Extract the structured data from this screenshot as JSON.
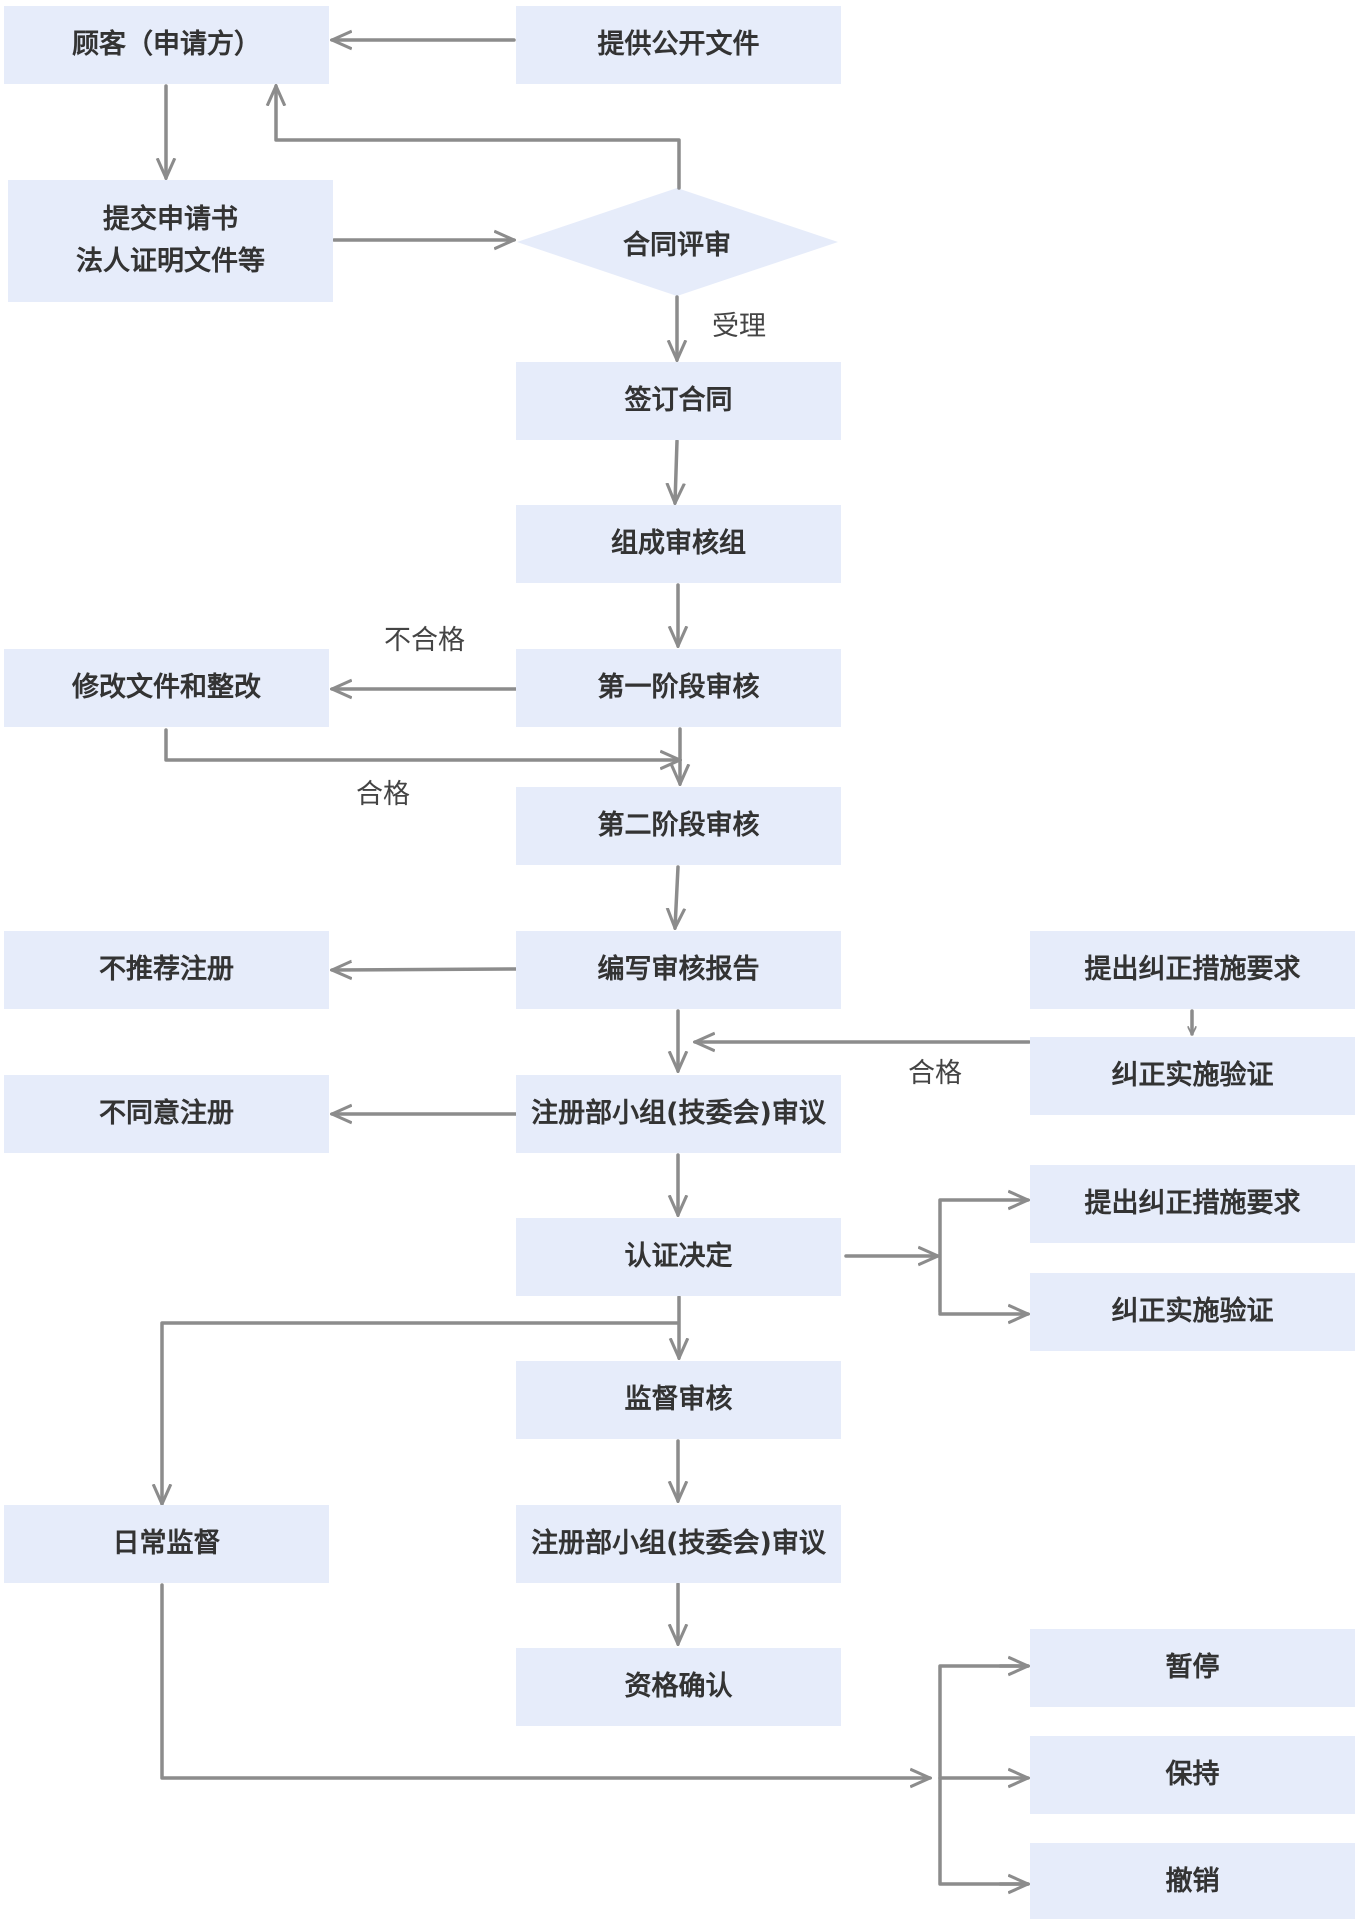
{
  "nodes": {
    "customer": "顾客（申请方）",
    "public_docs": "提供公开文件",
    "submit_line1": "提交申请书",
    "submit_line2": "法人证明文件等",
    "contract_review": "合同评审",
    "sign_contract": "签订合同",
    "form_team": "组成审核组",
    "stage1": "第一阶段审核",
    "modify": "修改文件和整改",
    "stage2": "第二阶段审核",
    "not_recommend": "不推荐注册",
    "write_report": "编写审核报告",
    "corrective_req_1": "提出纠正措施要求",
    "corrective_verify_1": "纠正实施验证",
    "not_agree": "不同意注册",
    "review_1": "注册部小组(技委会)审议",
    "cert_decision": "认证决定",
    "corrective_req_2": "提出纠正措施要求",
    "corrective_verify_2": "纠正实施验证",
    "surveillance_audit": "监督审核",
    "daily_supervision": "日常监督",
    "review_2": "注册部小组(技委会)审议",
    "qualification": "资格确认",
    "suspend": "暂停",
    "maintain": "保持",
    "revoke": "撤销"
  },
  "edge_labels": {
    "accept": "受理",
    "fail": "不合格",
    "pass_1": "合格",
    "pass_2": "合格"
  },
  "colors": {
    "box_fill": "#e6ecfa",
    "text": "#333333",
    "connector": "#8c8c8c"
  }
}
